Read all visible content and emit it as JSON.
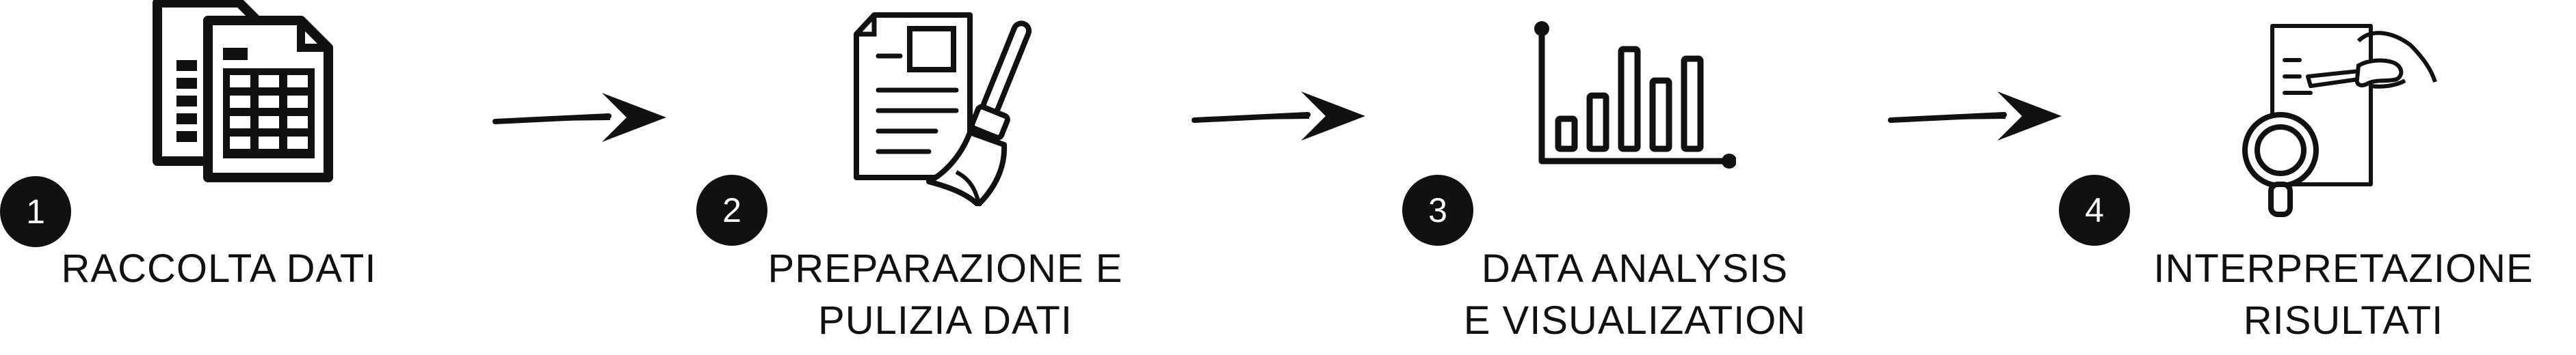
{
  "colors": {
    "ink": "#111111",
    "background": "#ffffff",
    "badge_text": "#ffffff"
  },
  "steps": [
    {
      "number": "1",
      "label_lines": [
        "RACCOLTA DATI"
      ],
      "icon": "spreadsheet-files-icon"
    },
    {
      "number": "2",
      "label_lines": [
        "PREPARAZIONE E",
        "PULIZIA DATI"
      ],
      "icon": "document-broom-icon"
    },
    {
      "number": "3",
      "label_lines": [
        "DATA ANALYSIS",
        "E VISUALIZATION"
      ],
      "icon": "bar-chart-icon"
    },
    {
      "number": "4",
      "label_lines": [
        "INTERPRETAZIONE",
        "RISULTATI"
      ],
      "icon": "hand-writing-magnifier-icon"
    }
  ],
  "connectors": [
    "arrow-right-icon",
    "arrow-right-icon",
    "arrow-right-icon"
  ]
}
